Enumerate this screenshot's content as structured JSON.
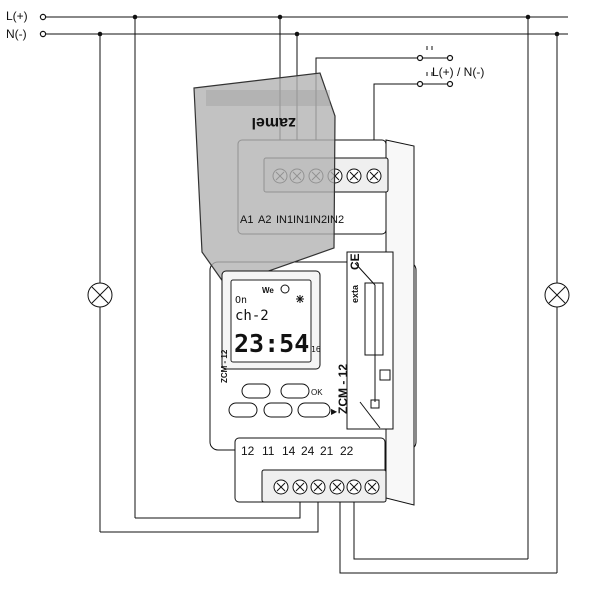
{
  "rails": {
    "l_plus": "L(+)",
    "n_minus": "N(-)"
  },
  "control_input_label": "L(+) / N(-)",
  "device": {
    "brand": "zamel",
    "model": "ZCM - 12",
    "side_model": "ZCM - 12",
    "exta_logo": "exta",
    "ce_mark": "CE",
    "top_terminal_labels": [
      "A1",
      "A2",
      "IN1",
      "IN1",
      "IN2",
      "IN2"
    ],
    "bottom_terminal_labels": [
      "12",
      "11",
      "14",
      "24",
      "21",
      "22"
    ],
    "button_ok_label": "OK",
    "button_arrow_glyph": "▶"
  },
  "display": {
    "mode": "On",
    "weekday": "We",
    "channel": "ch-2",
    "time": "23:54",
    "suffix": "16"
  },
  "colors": {
    "line": "#111111",
    "cover_fill": "#b3b3b3",
    "cover_stroke": "#333333",
    "device_fill": "#ffffff",
    "lcd_fill": "#f5f5f5",
    "terminal_fill": "#efefef"
  }
}
